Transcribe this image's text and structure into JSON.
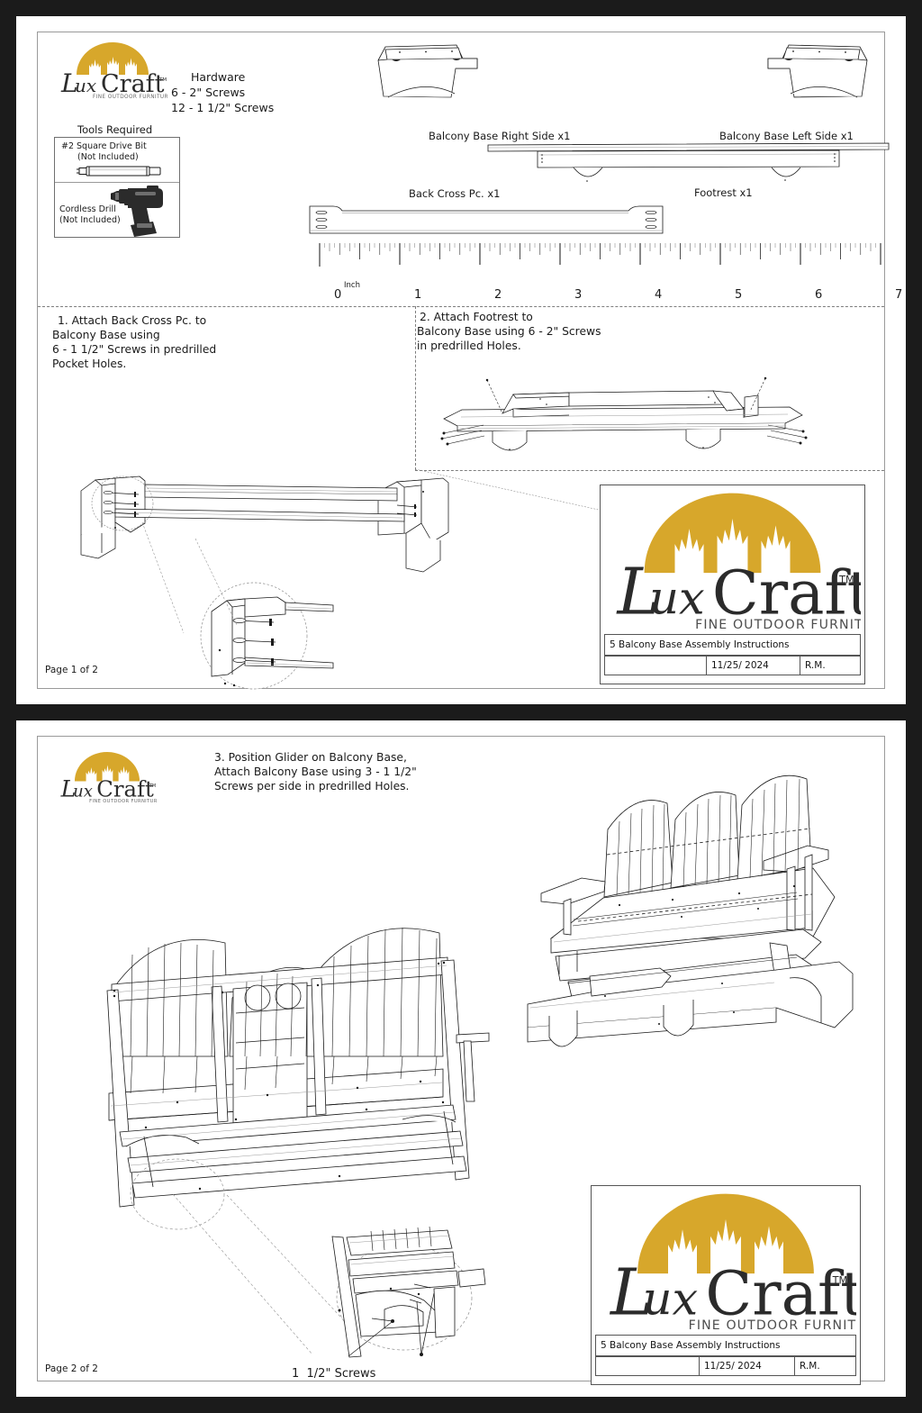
{
  "document": {
    "title": "5 Balcony Base Assembly Instructions",
    "brand": "LuxCraft",
    "brand_tagline": "FINE OUTDOOR FURNITURE",
    "trademark": "TM",
    "date": "11/25/ 2024",
    "author": "R.M.",
    "brand_gold": "#D7A72B",
    "line_color": "#1a1a1a"
  },
  "page1": {
    "page_label": "Page 1 of 2",
    "hardware": {
      "heading": "Hardware",
      "line1": "6 - 2\" Screws",
      "line2": "12 - 1 1/2\" Screws"
    },
    "tools": {
      "heading": "Tools Required",
      "item1_name": "#2 Square Drive Bit",
      "item1_note": "(Not Included)",
      "item1_icon": "square-drive-bit-icon",
      "item2_name": "Cordless Drill",
      "item2_note": "(Not Included)",
      "item2_icon": "cordless-drill-icon"
    },
    "parts": [
      {
        "label": "Balcony Base Right Side x1"
      },
      {
        "label": "Balcony Base Left Side x1"
      },
      {
        "label": "Footrest x1"
      },
      {
        "label": "Back Cross Pc. x1"
      }
    ],
    "ruler": {
      "unit_label": "Inch",
      "ticks": [
        "0",
        "1",
        "2",
        "3",
        "4",
        "5",
        "6",
        "7"
      ]
    },
    "steps": [
      {
        "id": "step-1",
        "lines": [
          "1. Attach Back Cross Pc. to",
          "Balcony Base using",
          "6 - 1 1/2\" Screws in predrilled",
          "Pocket Holes."
        ]
      },
      {
        "id": "step-2",
        "lines": [
          "2. Attach Footrest to",
          "Balcony Base using 6 - 2\" Screws",
          "in predrilled Holes."
        ]
      }
    ],
    "title_block": {
      "title": "5 Balcony Base Assembly Instructions",
      "blank": "",
      "date": "11/25/ 2024",
      "author": "R.M."
    }
  },
  "page2": {
    "page_label": "Page 2 of 2",
    "steps": [
      {
        "id": "step-3",
        "lines": [
          "3. Position Glider on Balcony Base,",
          "Attach Balcony Base using 3 - 1 1/2\"",
          "Screws per side in predrilled Holes."
        ]
      }
    ],
    "callout_label": "1  1/2\" Screws",
    "title_block": {
      "title": "5 Balcony Base Assembly Instructions",
      "blank": "",
      "date": "11/25/ 2024",
      "author": "R.M."
    }
  }
}
